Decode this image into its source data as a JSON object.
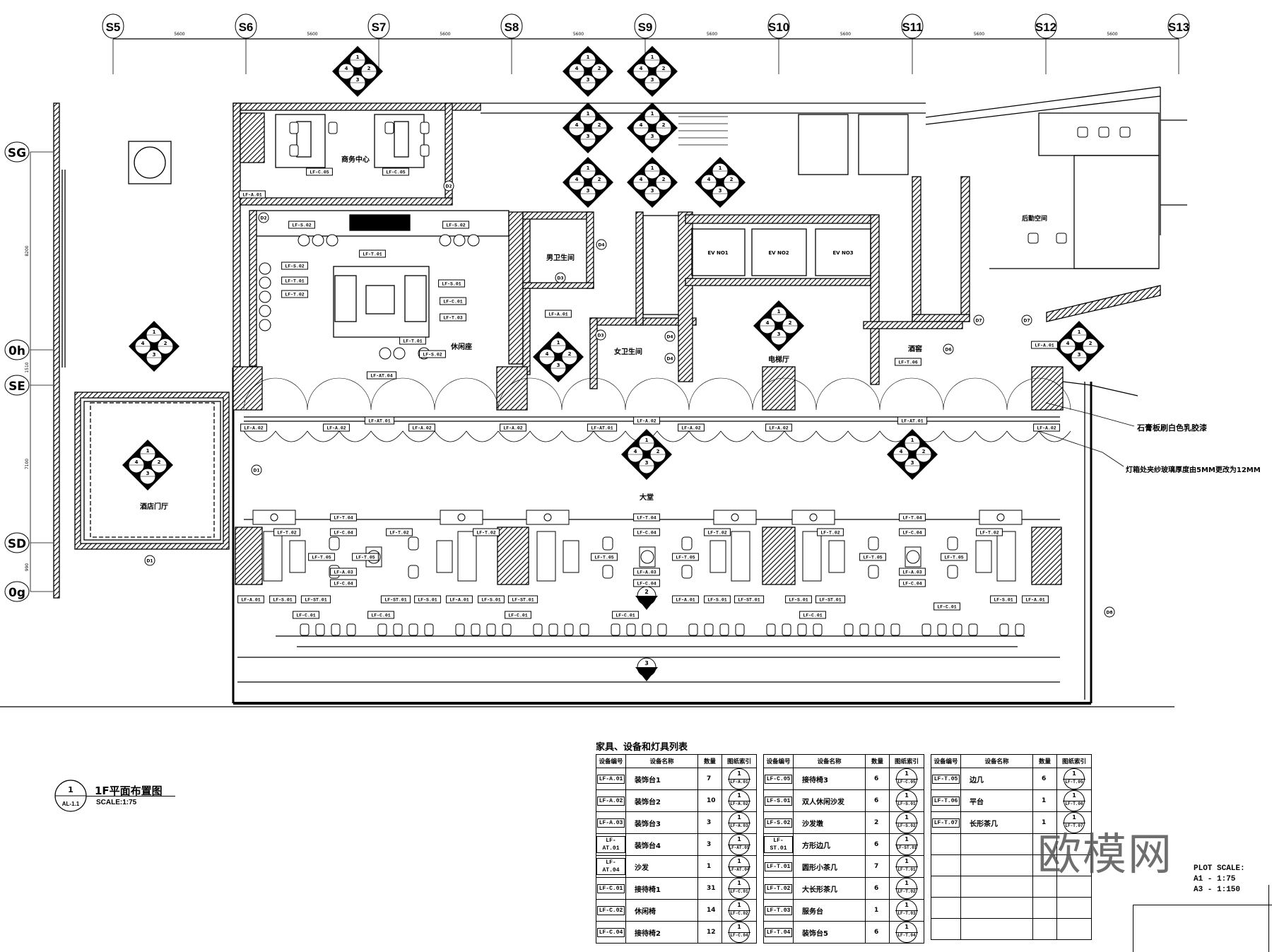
{
  "grid": {
    "columns": [
      "S5",
      "S6",
      "S7",
      "S8",
      "S9",
      "S10",
      "S11",
      "S12",
      "S13"
    ],
    "column_spacing_label": "5600",
    "rows": [
      "SG",
      "0h",
      "SE",
      "SD",
      "0g"
    ],
    "row_dims": [
      "8200",
      "1510",
      "7100",
      "990"
    ]
  },
  "rooms": {
    "business_center": "商务中心",
    "lounge": "休闲座",
    "mens_wc": "男卫生间",
    "womens_wc": "女卫生间",
    "elevator_hall": "电梯厅",
    "wine_cellar": "酒窖",
    "back_office": "后勤空间",
    "lobby": "大堂",
    "hotel_vestibule": "酒店门厅",
    "elevators": [
      "EV NO1",
      "EV NO2",
      "EV NO3"
    ]
  },
  "notes": {
    "gypsum": "石膏板刷白色乳胶漆",
    "lightbox": "灯箱处夹纱玻璃厚度由5MM更改为12MM"
  },
  "doors": [
    "D1",
    "D1",
    "D2",
    "D2",
    "D3",
    "D3",
    "D4",
    "D4",
    "D4",
    "D6",
    "D7",
    "D7",
    "D8"
  ],
  "plan_tags": [
    "LF-C.05",
    "LF-C.05",
    "LF-A.01",
    "LF-S.02",
    "LF-S.02",
    "LF-T.01",
    "LF-S.02",
    "LF-T.01",
    "LF-T.02",
    "LF-S.01",
    "LF-C.01",
    "LF-T.03",
    "LF-T.01",
    "LF-S.02",
    "LF-AT.04",
    "LF-A.01",
    "LF-A.01",
    "LF-T.06",
    "LF-A.02",
    "LF-A.02",
    "LF-AT.01",
    "LF-A.02",
    "LF-A.02",
    "LF-AT.01",
    "LF-A.02",
    "LF-A.02",
    "LF-A.02",
    "LF-AT.01",
    "LF-A.02",
    "LF-T.04",
    "LF-T.04",
    "LF-T.04",
    "LF-C.04",
    "LF-C.04",
    "LF-C.04",
    "LF-C.04",
    "LF-C.04",
    "LF-C.04",
    "LF-A.03",
    "LF-A.03",
    "LF-A.03",
    "LF-T.02",
    "LF-T.02",
    "LF-T.02",
    "LF-T.02",
    "LF-T.02",
    "LF-T.02",
    "LF-T.05",
    "LF-T.05",
    "LF-T.05",
    "LF-T.05",
    "LF-T.05",
    "LF-T.05",
    "LF-A.01",
    "LF-S.01",
    "LF-ST.01",
    "LF-ST.01",
    "LF-S.01",
    "LF-A.01",
    "LF-S.01",
    "LF-ST.01",
    "LF-ST.01",
    "LF-S.01",
    "LF-A.01",
    "LF-S.01",
    "LF-ST.01",
    "LF-S.01",
    "LF-A.01",
    "LF-C.01",
    "LF-C.01",
    "LF-C.01",
    "LF-C.01",
    "LF-C.01",
    "LF-C.01"
  ],
  "callout_numbers": [
    "1",
    "2",
    "3",
    "4"
  ],
  "section_marks": [
    "2",
    "3"
  ],
  "schedule": {
    "title": "家具、设备和灯具列表",
    "headers": [
      "设备编号",
      "设备名称",
      "数量",
      "图纸索引"
    ],
    "index_sheet": "1",
    "tables": [
      [
        [
          "LF-A.01",
          "装饰台1",
          "7"
        ],
        [
          "LF-A.02",
          "装饰台2",
          "10"
        ],
        [
          "LF-A.03",
          "装饰台3",
          "3"
        ],
        [
          "LF-AT.01",
          "装饰台4",
          "3"
        ],
        [
          "LF-AT.04",
          "沙发",
          "1"
        ],
        [
          "LF-C.01",
          "接待椅1",
          "31"
        ],
        [
          "LF-C.02",
          "休闲椅",
          "14"
        ],
        [
          "LF-C.04",
          "接待椅2",
          "12"
        ]
      ],
      [
        [
          "LF-C.05",
          "接待椅3",
          "6"
        ],
        [
          "LF-S.01",
          "双人休闲沙发",
          "6"
        ],
        [
          "LF-S.02",
          "沙发墩",
          "2"
        ],
        [
          "LF-ST.01",
          "方形边几",
          "6"
        ],
        [
          "LF-T.01",
          "圆形小茶几",
          "7"
        ],
        [
          "LF-T.02",
          "大长形茶几",
          "6"
        ],
        [
          "LF-T.03",
          "服务台",
          "1"
        ],
        [
          "LF-T.04",
          "装饰台5",
          "6"
        ]
      ],
      [
        [
          "LF-T.05",
          "边几",
          "6"
        ],
        [
          "LF-T.06",
          "平台",
          "1"
        ],
        [
          "LF-T.07",
          "长形茶几",
          "1"
        ],
        [
          "",
          "",
          ""
        ],
        [
          "",
          "",
          ""
        ],
        [
          "",
          "",
          ""
        ],
        [
          "",
          "",
          ""
        ],
        [
          "",
          "",
          ""
        ]
      ]
    ]
  },
  "title_block": {
    "number": "1",
    "sheet": "AL-1.1",
    "title": "1F平面布置图",
    "scale": "SCALE:1:75"
  },
  "plot_scale": "PLOT SCALE:\nA1 - 1:75\nA3 - 1:150",
  "watermark": "欧模网"
}
